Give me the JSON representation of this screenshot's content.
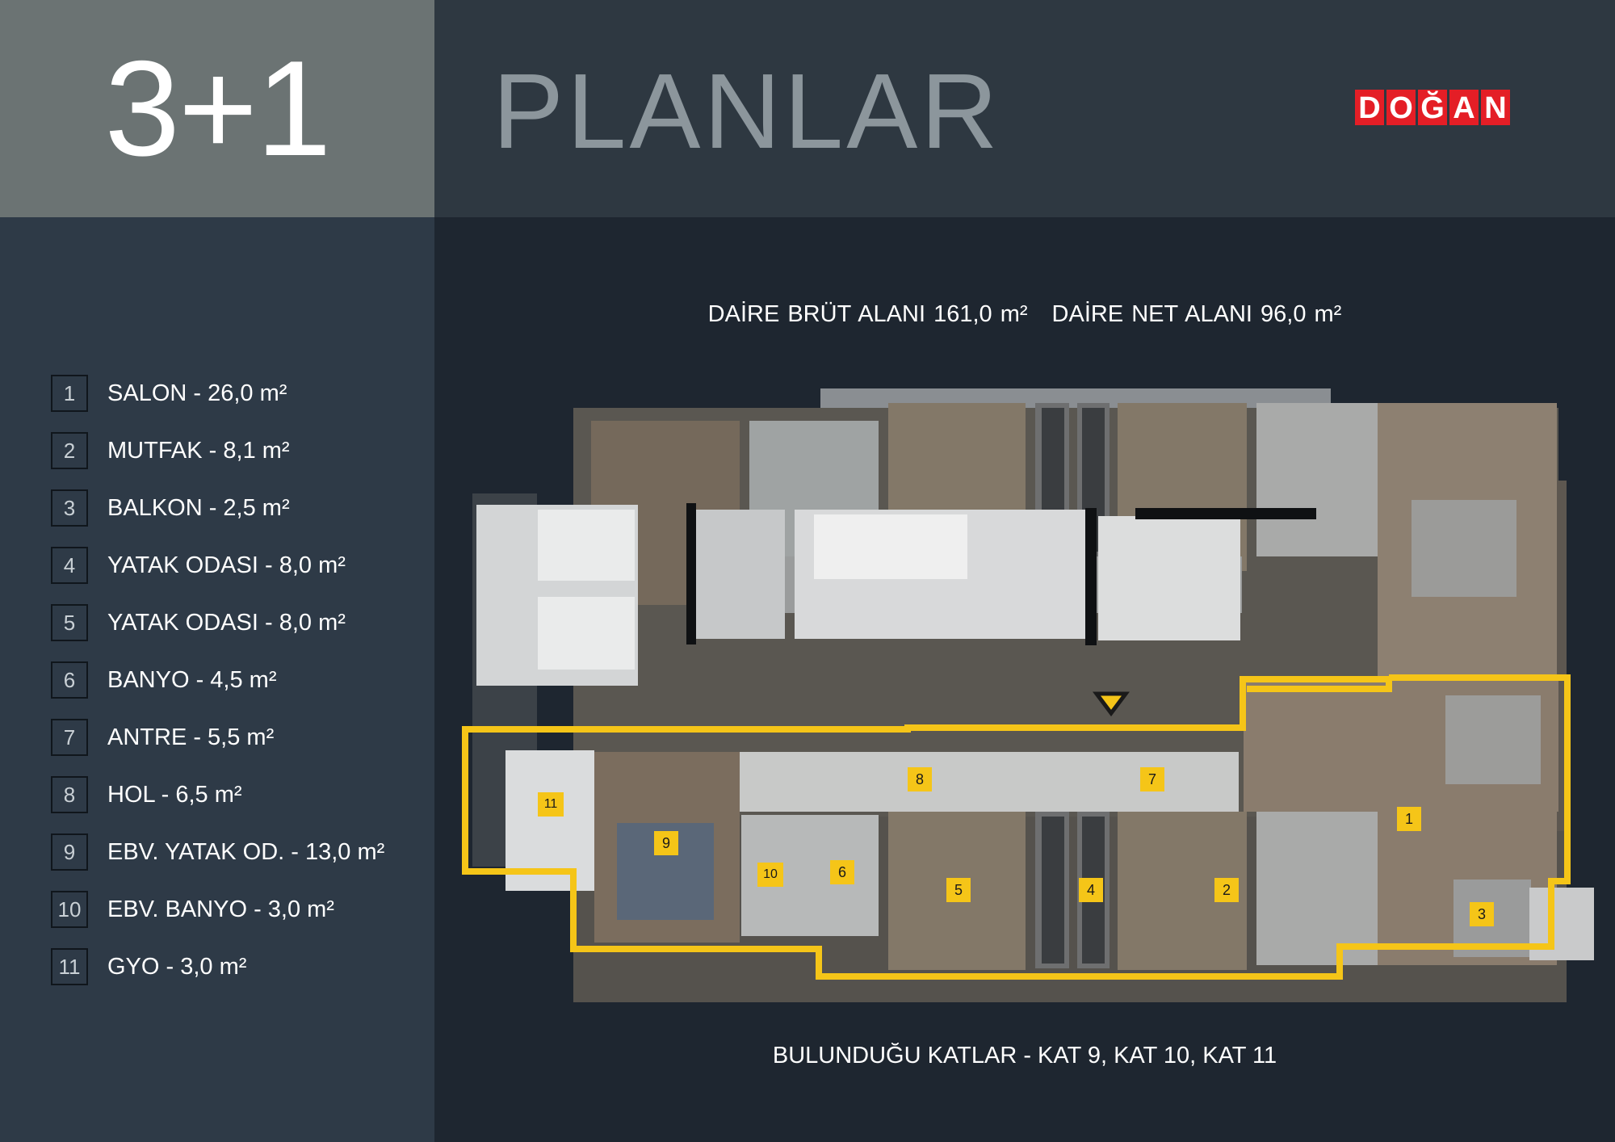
{
  "header": {
    "unit_type": "3+1",
    "title": "PLANLAR",
    "logo_letters": [
      "D",
      "O",
      "Ğ",
      "A",
      "N"
    ]
  },
  "areas": {
    "gross": "DAİRE BRÜT ALANI 161,0 m²",
    "net": "DAİRE NET ALANI 96,0 m²"
  },
  "rooms": [
    {
      "num": "1",
      "label": "SALON - 26,0 m²"
    },
    {
      "num": "2",
      "label": "MUTFAK - 8,1 m²"
    },
    {
      "num": "3",
      "label": "BALKON - 2,5 m²"
    },
    {
      "num": "4",
      "label": "YATAK ODASI - 8,0 m²"
    },
    {
      "num": "5",
      "label": "YATAK ODASI - 8,0 m²"
    },
    {
      "num": "6",
      "label": "BANYO - 4,5 m²"
    },
    {
      "num": "7",
      "label": "ANTRE - 5,5 m²"
    },
    {
      "num": "8",
      "label": "HOL - 6,5 m²"
    },
    {
      "num": "9",
      "label": "EBV. YATAK OD. - 13,0 m²"
    },
    {
      "num": "10",
      "label": "EBV. BANYO - 3,0 m²"
    },
    {
      "num": "11",
      "label": "GYO - 3,0 m²"
    }
  ],
  "floors": "BULUNDUĞU KATLAR - KAT 9, KAT 10, KAT 11",
  "colors": {
    "highlight": "#f5c518",
    "logo_red": "#e41e26",
    "background": "#1e2630",
    "sidebar": "#2e3a47",
    "unit_tile": "#6b7373"
  }
}
